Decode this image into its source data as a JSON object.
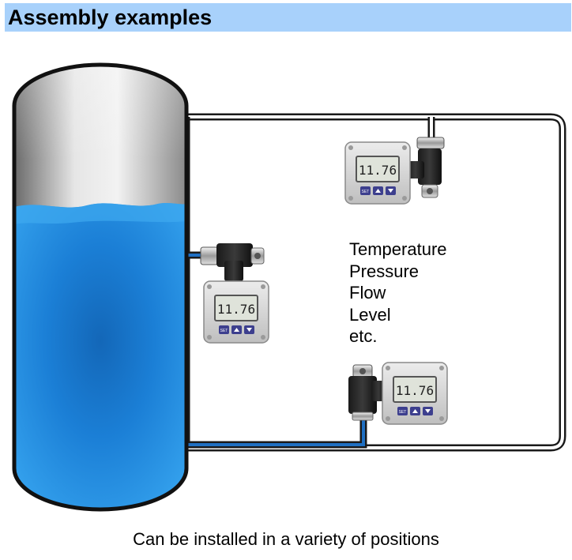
{
  "header": {
    "title": "Assembly examples"
  },
  "measurements": [
    "Temperature",
    "Pressure",
    "Flow",
    "Level",
    "etc."
  ],
  "caption": "Can be installed in a variety of positions",
  "devices": [
    {
      "display": "11.76",
      "button_set": "SET"
    },
    {
      "display": "11.76",
      "button_set": "SET"
    },
    {
      "display": "11.76",
      "button_set": "SET"
    }
  ],
  "colors": {
    "header_bg": "#a8d1fb",
    "liquid": "#1e86d8",
    "pipe_liquid": "#1f6fc2",
    "tank_gas": "#c8c8c8",
    "device_body": "#d9d9d9",
    "lcd": "#dfe3da",
    "button": "#3d3f8e"
  }
}
